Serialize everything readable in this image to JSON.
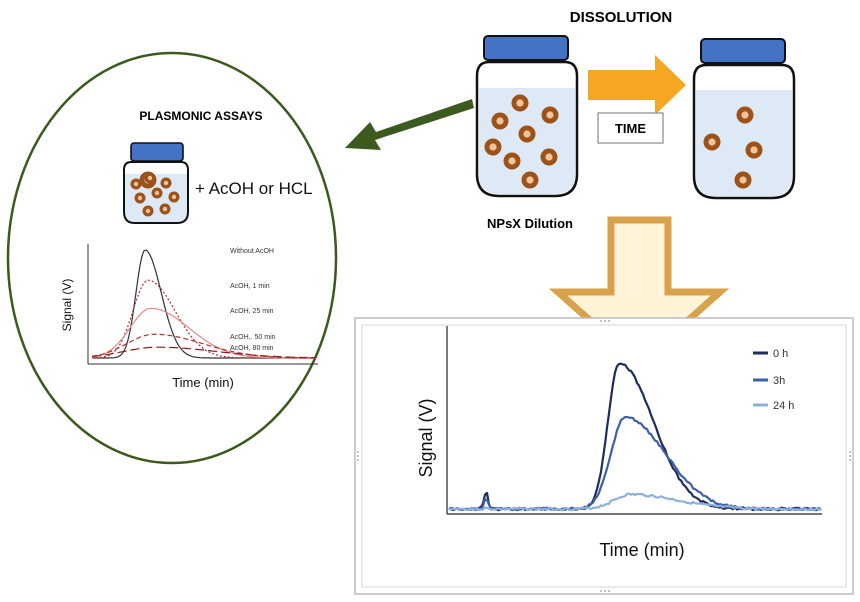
{
  "titles": {
    "dissolution": "DISSOLUTION",
    "plasmonic": "PLASMONIC ASSAYS"
  },
  "labels": {
    "time_box": "TIME",
    "dilution": "NPsX Dilution",
    "reagent": "+ AcOH or HCL"
  },
  "colors": {
    "jar_lid": "#4472c4",
    "liquid": "#dde9f5",
    "particle": "#9c5218",
    "particle_center": "#f0c49c",
    "green_arrow": "#3d5a1e",
    "orange_arrow": "#f5a623",
    "down_arrow_fill": "#fff3d8",
    "down_arrow_stroke": "#d8a24a"
  },
  "chart_data": [
    {
      "type": "line",
      "title": "",
      "xlabel": "Time (min)",
      "ylabel": "Signal (V)",
      "series": [
        {
          "name": "Without  AcOH",
          "peak": 1.0,
          "color": "#333333",
          "dash": "solid"
        },
        {
          "name": "AcOH, 1 min",
          "peak": 0.72,
          "color": "#b03030",
          "dash": "dotted"
        },
        {
          "name": "AcOH, 25 min",
          "peak": 0.46,
          "color": "#e08a8a",
          "dash": "solid"
        },
        {
          "name": "AcOH,. 50 min",
          "peak": 0.22,
          "color": "#b03030",
          "dash": "dashed"
        },
        {
          "name": "AcOH, 80 min",
          "peak": 0.1,
          "color": "#8a1c1c",
          "dash": "longdash"
        }
      ]
    },
    {
      "type": "line",
      "title": "",
      "xlabel": "Time (min)",
      "ylabel": "Signal (V)",
      "series": [
        {
          "name": "0 h",
          "peak": 1.0,
          "color": "#1f2d5a"
        },
        {
          "name": "3h",
          "peak": 0.63,
          "color": "#3d5fa8"
        },
        {
          "name": "24 h",
          "peak": 0.1,
          "color": "#8fb0dc"
        }
      ]
    }
  ]
}
